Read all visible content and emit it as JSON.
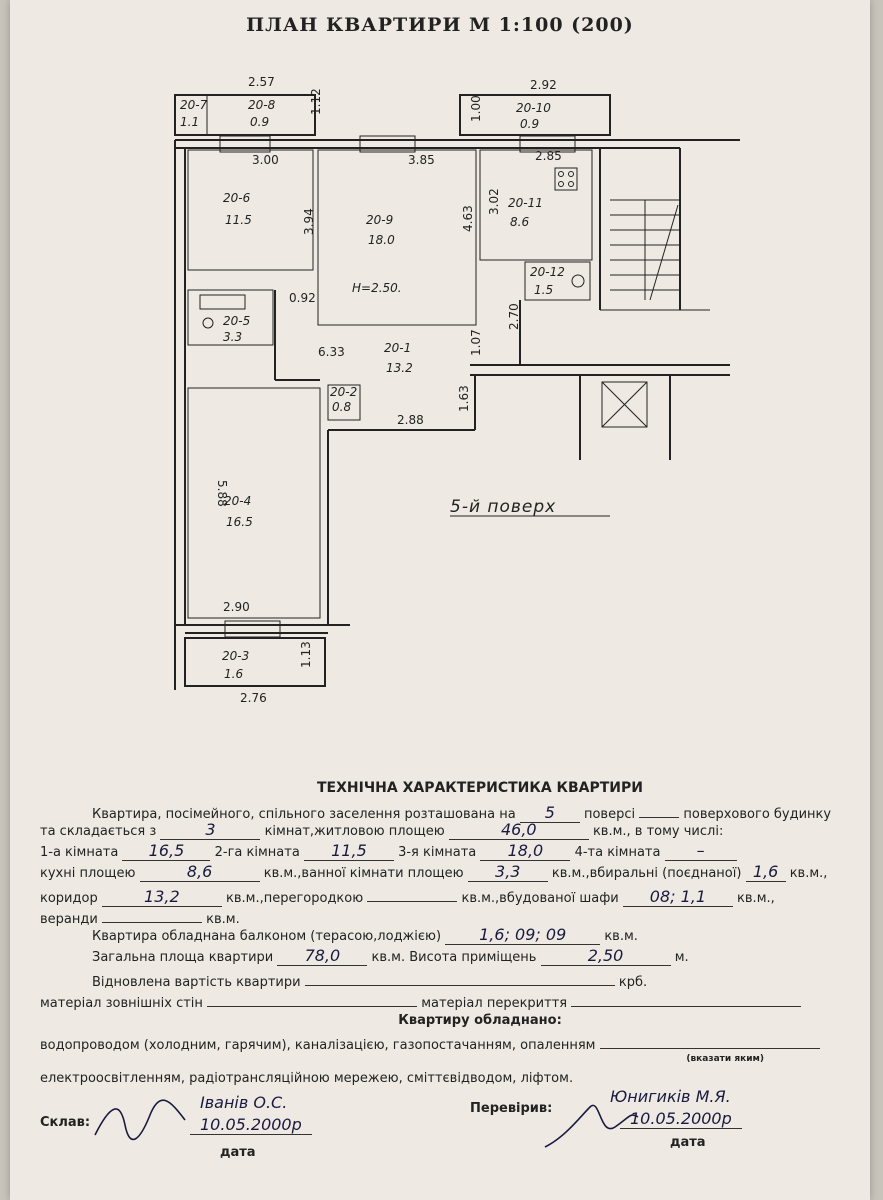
{
  "title": "ПЛАН КВАРТИРИ М 1:100 (200)",
  "floor_label": "5-й поверх",
  "rooms": [
    {
      "id": "20-7",
      "area": "1.1"
    },
    {
      "id": "20-8",
      "area": "0.9"
    },
    {
      "id": "20-10",
      "area": "0.9"
    },
    {
      "id": "20-6",
      "area": "11.5"
    },
    {
      "id": "20-9",
      "area": "18.0"
    },
    {
      "id": "20-11",
      "area": "8.6"
    },
    {
      "id": "20-12",
      "area": "1.5"
    },
    {
      "id": "20-5",
      "area": "3.3"
    },
    {
      "id": "20-1",
      "area": "13.2"
    },
    {
      "id": "20-2",
      "area": "0.8"
    },
    {
      "id": "20-4",
      "area": "16.5"
    },
    {
      "id": "20-3",
      "area": "1.6"
    }
  ],
  "height_label": "H=2.50.",
  "dimensions": [
    "2.57",
    "1.12",
    "3.00",
    "3.85",
    "2.92",
    "1.00",
    "2.85",
    "3.94",
    "4.63",
    "3.02",
    "0.92",
    "2.70",
    "6.33",
    "1.07",
    "1.63",
    "2.88",
    "5.88",
    "2.90",
    "1.13",
    "2.76"
  ],
  "tech": {
    "heading": "ТЕХНІЧНА ХАРАКТЕРИСТИКА КВАРТИРИ",
    "l1_a": "Квартира, посімейного, спільного заселення розташована на",
    "floor_value": "5",
    "l1_b": "поверсі",
    "l1_c": "поверхового будинку",
    "l2_a": "та складається з",
    "rooms_count": "3",
    "l2_b": "кімнат,житловою площею",
    "living_area": "46,0",
    "l2_c": "кв.м., в тому числі:",
    "l3_a": "1-а кімната",
    "room1": "16,5",
    "l3_b": "2-га кімната",
    "room2": "11,5",
    "l3_c": "3-я кімната",
    "room3": "18,0",
    "l3_d": "4-та кімната",
    "room4": "–",
    "l4_a": "кухні площею",
    "kitchen": "8,6",
    "l4_b": "кв.м.,ванної кімнати площею",
    "bath": "3,3",
    "l4_c": "кв.м.,вбиральні (поєднаної)",
    "wc": "1,6",
    "l4_d": "кв.м.,",
    "l5_a": "коридор",
    "corridor": "13,2",
    "l5_b": "кв.м.,перегородкою",
    "l5_c": "кв.м.,вбудованої шафи",
    "closet": "08; 1,1",
    "l5_d": "кв.м.,",
    "l6_a": "веранди",
    "l6_b": "кв.м.",
    "l7_a": "Квартира обладнана балконом (терасою,лоджією)",
    "balcony": "1,6; 09; 09",
    "l7_b": "кв.м.",
    "l8_a": "Загальна площа квартири",
    "total_area": "78,0",
    "l8_b": "кв.м. Висота приміщень",
    "ceiling": "2,50",
    "l8_c": "м.",
    "l9_a": "Відновлена вартість квартири",
    "l9_b": "крб.",
    "l10_a": "матеріал зовнішніх стін",
    "l10_b": "матеріал перекриття",
    "equip_heading": "Квартиру обладнано:",
    "equip_1": "водопроводом (холодним, гарячим), каналізацією, газопостачанням, опаленням",
    "equip_note": "(вказати яким)",
    "equip_2": "електроосвітленням, радіотрансляційною мережею, сміттєвідводом, ліфтом.",
    "compiled_label": "Склав:",
    "compiled_name": "Іванів О.С.",
    "compiled_date": "10.05.2000р",
    "checked_label": "Перевірив:",
    "checked_name": "Юнигиків М.Я.",
    "checked_date": "10.05.2000р",
    "date_label": "дата"
  }
}
